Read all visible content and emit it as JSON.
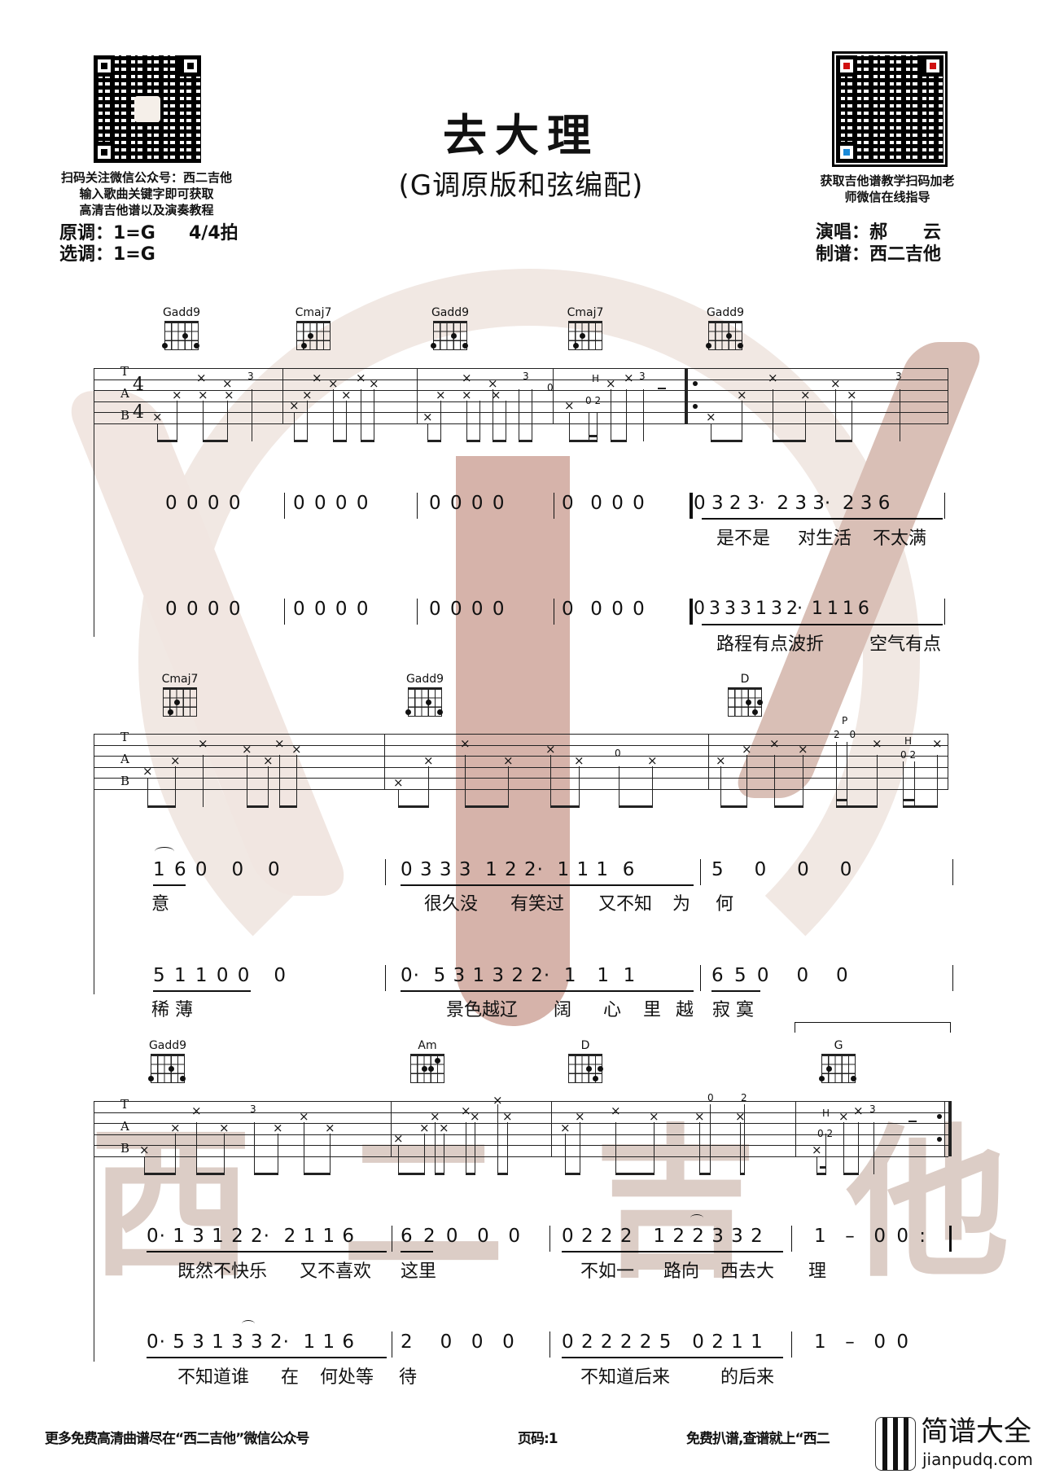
{
  "header": {
    "title": "去大理",
    "subtitle": "(G调原版和弦编配)",
    "left_qr": {
      "icon": "qr-code-icon",
      "lines": [
        "扫码关注微信公众号：西二吉他",
        "输入歌曲关键字即可获取",
        "高清吉他谱以及演奏教程"
      ]
    },
    "right_qr": {
      "icon": "qr-code-icon",
      "lines": [
        "获取吉他谱教学扫码加老",
        "师微信在线指导"
      ]
    },
    "original_key": "原调：1=G",
    "time_signature": "4/4拍",
    "selected_key": "选调：1=G",
    "singer": "演唱：郝　　云",
    "transcriber": "制谱：西二吉他"
  },
  "watermark": {
    "text": "西二吉他",
    "color": "#d8c6be",
    "accent": "#c9a49a"
  },
  "systems": [
    {
      "chords": [
        "Gadd9",
        "Cmaj7",
        "Gadd9",
        "Cmaj7",
        "Gadd9"
      ],
      "tab_clef": [
        "T",
        "A",
        "B"
      ],
      "time_sig": [
        "4",
        "4"
      ],
      "tab_fret_numbers": [
        "3",
        "3",
        "0",
        "H",
        "0 2",
        "3",
        "3"
      ],
      "jianpu_rows": [
        {
          "notes": [
            "0 0 0 0",
            "0 0 0 0",
            "0 0 0 0",
            "0  0 0 0",
            "0 3 2 3·  2 3 3·  2 3 6"
          ],
          "lyrics": [
            "是不是",
            "对生活",
            "不太满"
          ]
        },
        {
          "notes": [
            "0 0 0 0",
            "0 0 0 0",
            "0 0 0 0",
            "0  0 0 0",
            "0 3 3 3 1 3 2·  1 1 1 6"
          ],
          "lyrics": [
            "路程有点波折",
            "空气有点"
          ]
        }
      ]
    },
    {
      "chords": [
        "Cmaj7",
        "Gadd9",
        "D"
      ],
      "tab_fret_numbers": [
        "0",
        "P",
        "2 0",
        "H",
        "0 2"
      ],
      "jianpu_rows": [
        {
          "notes": [
            "1 6 0   0   0",
            "0 3 3 3  1 2 2·  1 1 1  6",
            "5   0   0   0"
          ],
          "lyrics": [
            "意",
            "很久没",
            "有笑过",
            "又不知",
            "为",
            "何"
          ]
        },
        {
          "notes": [
            "5 1 1 0 0   0",
            "0·  5 3 1 3 2 2·  1   1  1",
            "6 5 0   0   0"
          ],
          "lyrics": [
            "稀 薄",
            "景色越辽",
            "阔",
            "心",
            "里",
            "越",
            "寂 寞"
          ]
        }
      ]
    },
    {
      "chords": [
        "Gadd9",
        "Am",
        "D",
        "G"
      ],
      "tab_fret_numbers": [
        "3",
        "0",
        "2",
        "H",
        "0 2",
        "3"
      ],
      "jianpu_rows": [
        {
          "notes": [
            "0· 1 3 1 2 2·  2 1 1 6",
            "6 2 0  0  0",
            "0 2 2 2   1 2 2 3 3 2",
            "1  –  0 0 :"
          ],
          "lyrics": [
            "既然不快乐",
            "又不喜欢",
            "这里",
            "不如一",
            "路向",
            "西去大",
            "理"
          ]
        },
        {
          "notes": [
            "0· 5 3 1 3 3 2·  1 1 6",
            "2   0  0  0",
            "0 2 2 2 2 5   0 2 1 1",
            "1  –  0 0"
          ],
          "lyrics": [
            "不知道谁",
            "在",
            "何处等",
            "待",
            "不知道后来",
            "的后来"
          ]
        }
      ]
    }
  ],
  "footer": {
    "left": "更多免费高清曲谱尽在“西二吉他”微信公众号",
    "page": "页码:1",
    "right": "免费扒谱,查谱就上“西二",
    "logo_cn": "简谱大全",
    "logo_url": "jianpudq.com"
  }
}
